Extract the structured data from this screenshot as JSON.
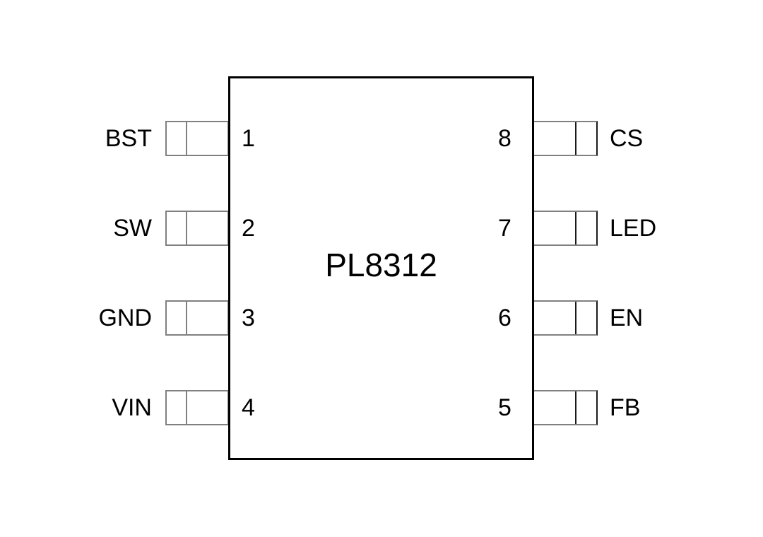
{
  "diagram": {
    "type": "ic-pinout",
    "chip": {
      "title": "PL8312"
    },
    "colors": {
      "background": "#ffffff",
      "chip_stroke": "#000000",
      "pin_box_stroke": "#808080",
      "pin_divider_dark": "#1a1a1a",
      "text": "#000000"
    },
    "pins": {
      "left": [
        {
          "number": "1",
          "name": "BST"
        },
        {
          "number": "2",
          "name": "SW"
        },
        {
          "number": "3",
          "name": "GND"
        },
        {
          "number": "4",
          "name": "VIN"
        }
      ],
      "right": [
        {
          "number": "8",
          "name": "CS"
        },
        {
          "number": "7",
          "name": "LED"
        },
        {
          "number": "6",
          "name": "EN"
        },
        {
          "number": "5",
          "name": "FB"
        }
      ]
    }
  }
}
